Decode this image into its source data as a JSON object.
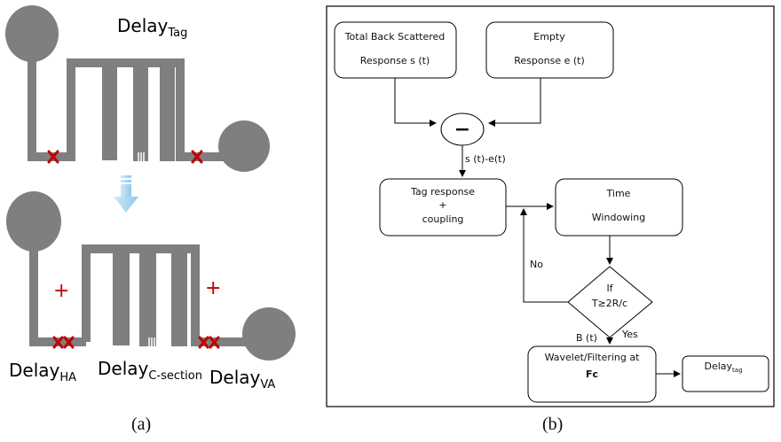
{
  "panel_a": {
    "top_label": {
      "main": "Delay",
      "sub": "Tag"
    },
    "bottom_labels": [
      {
        "main": "Delay",
        "sub": "HA"
      },
      {
        "main": "Delay",
        "sub": "C-section"
      },
      {
        "main": "Delay",
        "sub": "VA"
      }
    ],
    "plus_signs": [
      "+",
      "+"
    ],
    "caption": "(a)"
  },
  "panel_b": {
    "boxes": {
      "total": [
        "Total Back Scattered",
        "Response s (t)"
      ],
      "empty": [
        "Empty",
        "Response e (t)"
      ],
      "tag": [
        "Tag response",
        "+",
        "coupling"
      ],
      "window": [
        "Time",
        "Windowing"
      ],
      "wavelet": [
        "Wavelet/Filtering at",
        "Fc"
      ],
      "delay": {
        "main": "Delay",
        "sub": "tag"
      }
    },
    "minus_symbol": "−",
    "decision": [
      "If",
      "T≥2R/c"
    ],
    "labels": {
      "st_et": "s (t)-e(t)",
      "no": "No",
      "yes": "Yes",
      "bt": "B (t)"
    },
    "caption": "(b)"
  },
  "colors": {
    "antenna": "#7f7f7f",
    "cross": "#c00000",
    "arrow": "#9fd3ee",
    "line": "#000000"
  }
}
